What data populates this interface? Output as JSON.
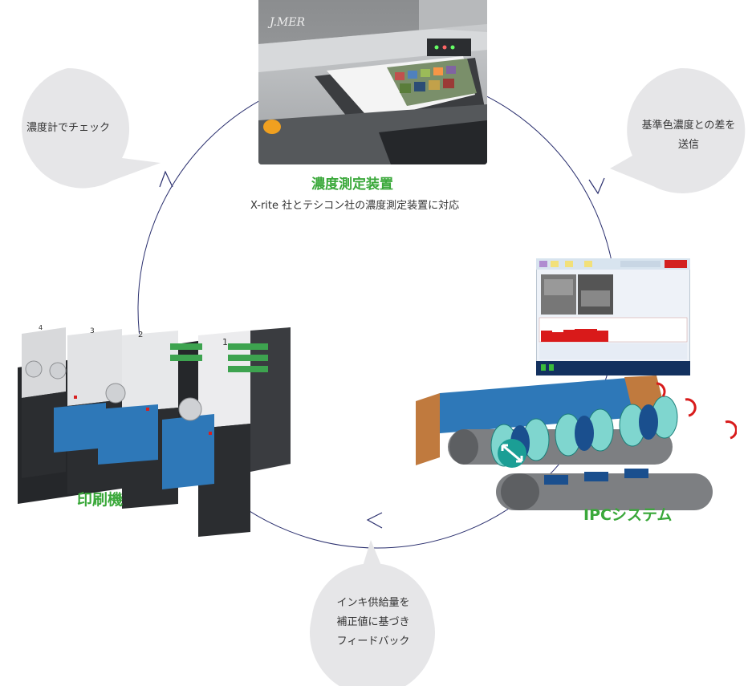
{
  "bubbles": {
    "check": {
      "lines": [
        "濃度計でチェック"
      ]
    },
    "send": {
      "lines": [
        "基準色濃度との差を",
        "送信"
      ]
    },
    "feedback": {
      "lines": [
        "インキ供給量を",
        "補正値に基づき",
        "フィードバック"
      ]
    }
  },
  "nodes": {
    "measure": {
      "title": "濃度測定装置",
      "subtitle": "X-rite 社とテシコン社の濃度測定装置に対応"
    },
    "ipc": {
      "title": "IPCシステム"
    },
    "press": {
      "title": "印刷機"
    }
  },
  "device_brand": "J.MER",
  "press_unit_numbers": [
    "4",
    "3",
    "2",
    "1"
  ],
  "colors": {
    "accent_green": "#3aa83a",
    "arrow": "#2a2f6e",
    "bubble": "#e6e6e8",
    "press_blue": "#2e78b8",
    "roller_cyan": "#7fd6cf"
  }
}
